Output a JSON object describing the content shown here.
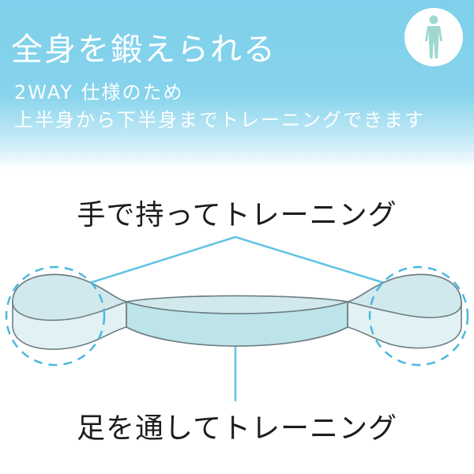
{
  "headline": "全身を鍛えられる",
  "subtitle_line1": "2WAY 仕様のため",
  "subtitle_line2": "上半身から下半身までトレーニングできます",
  "badge_icon": "person-body-icon",
  "label_top": "手で持ってトレーニング",
  "label_bottom": "足を通してトレーニング",
  "colors": {
    "hero_blue": "#7fd0ea",
    "band_light": "#d6ecee",
    "band_mid": "#bfe6ea",
    "dashed_circle": "#4ab8df",
    "callout_line": "#5fc3e4",
    "figure_green": "#9fd8cf"
  }
}
